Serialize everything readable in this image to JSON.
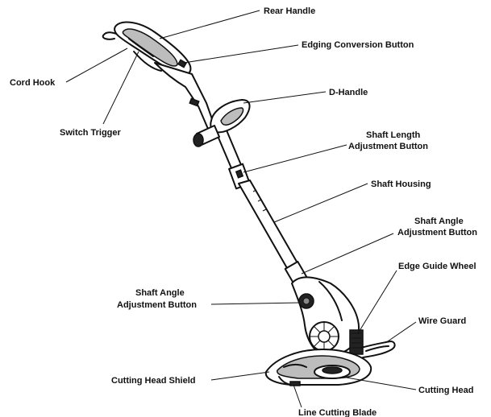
{
  "labels": {
    "rear_handle": "Rear Handle",
    "edging_conversion_button": "Edging Conversion Button",
    "cord_hook": "Cord Hook",
    "d_handle": "D-Handle",
    "switch_trigger": "Switch Trigger",
    "shaft_length_line1": "Shaft Length",
    "shaft_length_line2": "Adjustment Button",
    "shaft_housing": "Shaft Housing",
    "shaft_angle_right_line1": "Shaft Angle",
    "shaft_angle_right_line2": "Adjustment Button",
    "edge_guide_wheel": "Edge Guide Wheel",
    "shaft_angle_left_line1": "Shaft Angle",
    "shaft_angle_left_line2": "Adjustment Button",
    "wire_guard": "Wire Guard",
    "cutting_head_shield": "Cutting Head Shield",
    "cutting_head": "Cutting Head",
    "line_cutting_blade": "Line Cutting Blade"
  }
}
